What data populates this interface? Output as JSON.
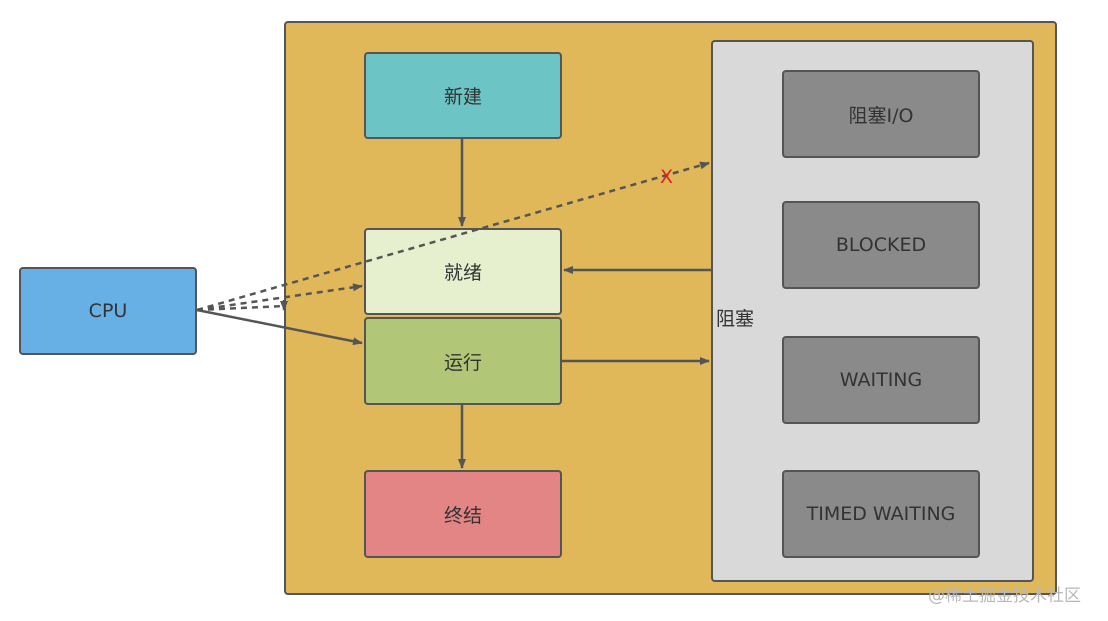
{
  "nodes": {
    "cpu": "CPU",
    "new": "新建",
    "ready": "就绪",
    "running": "运行",
    "terminated": "终结",
    "blocked_panel": "阻塞",
    "blocked_io": "阻塞I/O",
    "blocked": "BLOCKED",
    "waiting": "WAITING",
    "timed_waiting": "TIMED WAITING"
  },
  "annotations": {
    "x_mark": "X"
  },
  "watermark": "@稀土掘金技术社区",
  "colors": {
    "outer_background": "#e0b85a",
    "panel_background": "#d9d9d9",
    "cpu": "#67b0e6",
    "new": "#6cc4c4",
    "ready": "#e6efce",
    "running": "#b1c777",
    "terminated": "#e38585",
    "blocked_states": "#8a8a8a",
    "arrow": "#555555",
    "x_mark": "#e02020"
  }
}
